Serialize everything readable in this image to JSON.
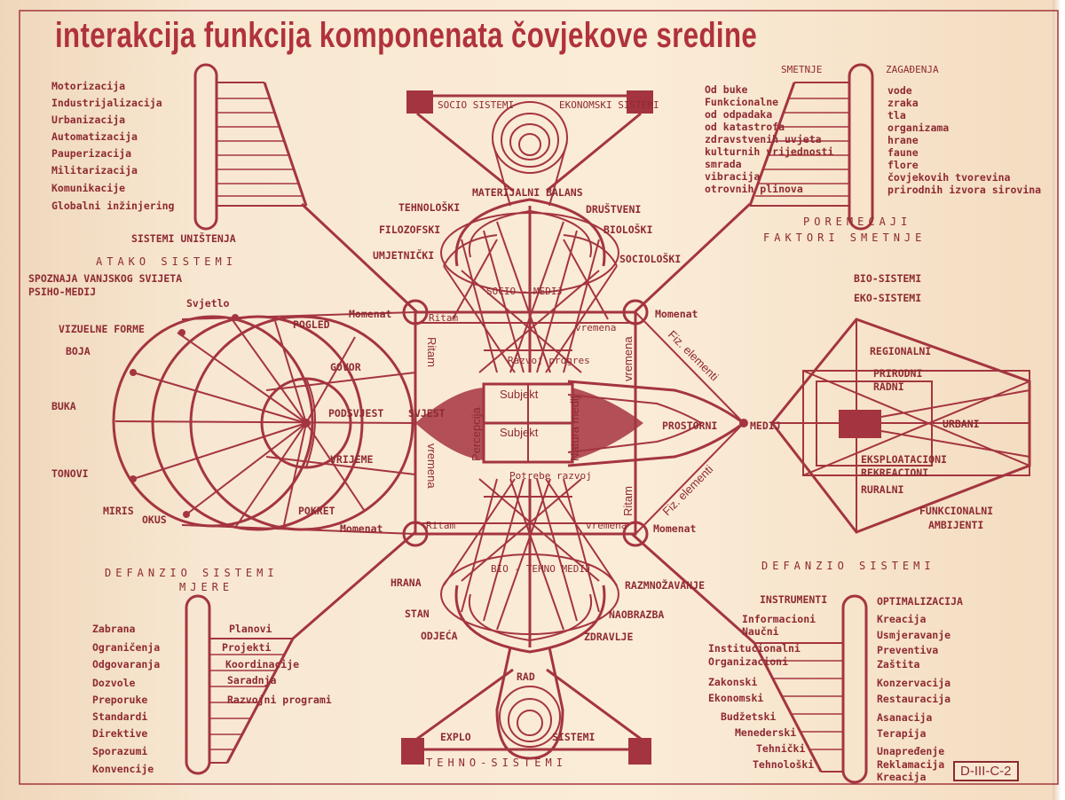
{
  "title": "interakcija funkcija komponenata čovjekove sredine",
  "code": "D-III-C-2",
  "colors": {
    "ink": "#a43540",
    "paper": "#f8e8d2"
  },
  "top_left": {
    "items": [
      "Motorizacija",
      "Industrijalizacija",
      "Urbanizacija",
      "Automatizacija",
      "Pauperizacija",
      "Militarizacija",
      "Komunikacije",
      "Globalni inžinjering"
    ],
    "sistemi": "SISTEMI UNIŠTENJA",
    "atako": "ATAKO SISTEMI"
  },
  "top_center": {
    "left": "SOCIO SISTEMI",
    "right": "EKONOMSKI SISTEMI"
  },
  "top_right": {
    "smetnje": "SMETNJE",
    "zagadenja": "ZAGAĐENJA",
    "left_items": [
      "Od buke",
      "Funkcionalne",
      "od odpadaka",
      "od katastrofa",
      "zdravstvenih uvjeta",
      "kulturnih vrijednosti",
      "smrada",
      "vibracija",
      "otrovnih plinova"
    ],
    "right_items": [
      "vode",
      "zraka",
      "tla",
      "organizama",
      "hrane",
      "faune",
      "flore",
      "čovjekovih tvorevina",
      "prirodnih izvora sirovina"
    ],
    "porem1": "POREMEĆAJI",
    "porem2": "FAKTORI SMETNJE"
  },
  "upper_labels": {
    "materijalni": "MATERIJALNI BALANS",
    "tehnoloski": "TEHNOLOŠKI",
    "drustveni": "DRUŠTVENI",
    "filozofski": "FILOZOFSKI",
    "bioloski": "BIOLOŠKI",
    "umjetnicki": "UMJETNIČKI",
    "socioloski": "SOCIOLOŠKI",
    "socio_medij": "SOCIO - MEDIJ"
  },
  "left_side": {
    "spoznaja1": "SPOZNAJA VANJSKOG SVIJETA",
    "spoznaja2": "PSIHO-MEDIJ",
    "svjetlo": "Svjetlo",
    "vizuelne": "VIZUELNE FORME",
    "boja": "BOJA",
    "buka": "BUKA",
    "tonovi": "TONOVI",
    "miris": "MIRIS",
    "okus": "OKUS",
    "pogled": "POGLED",
    "govor": "GOVOR",
    "podsvjest": "PODSVJEST",
    "svjest": "SVJEST",
    "vrijeme": "VRIJEME",
    "pokret": "POKRET"
  },
  "right_side": {
    "bio": "BIO-SISTEMI",
    "eko": "EKO-SISTEMI",
    "regionalni": "REGIONALNI",
    "prirodni": "PRIRODNI",
    "radni": "RADNI",
    "urbani": "URBANI",
    "eksploatacioni": "EKSPLOATACIONI",
    "rekreacioni": "REKREACIONI",
    "ruralni": "RURALNI",
    "funkcionalni1": "FUNKCIONALNI",
    "funkcionalni2": "AMBIJENTI",
    "prostorni": "PROSTORNI",
    "medij": "MEDIJ",
    "fiz1": "Fiz. elementi",
    "fiz2": "Fiz. elementi"
  },
  "center": {
    "momenat": "Momenat",
    "ritam": "Ritam",
    "vremena": "vremena",
    "subjekt1": "Subjekt",
    "subjekt2": "Subjekt",
    "percepcija": "Percepcija",
    "natura": "Natura medij",
    "razvoj": "Razvoj progres",
    "potrebe": "Potrebe razvoj"
  },
  "lower_labels": {
    "hrana": "HRANA",
    "stan": "STAN",
    "odjeca": "ODJEĆA",
    "razmnozavanje": "RAZMNOŽAVANJE",
    "naobrazba": "NAOBRAZBA",
    "zdravlje": "ZDRAVLJE",
    "bio_tehno": "BIO - TEHNO MEDIJ",
    "rad": "RAD"
  },
  "bottom_center": {
    "left": "EXPLO",
    "right": "SISTEMI",
    "tehno": "TEHNO-SISTEMI"
  },
  "bottom_left": {
    "defanzio": "DEFANZIO SISTEMI",
    "mjere": "MJERE",
    "left_items": [
      "Zabrana",
      "Ograničenja",
      "Odgovaranja",
      "Dozvole",
      "Preporuke",
      "Standardi",
      "Direktive",
      "Sporazumi",
      "Konvencije"
    ],
    "right_items": [
      "Planovi",
      "Projekti",
      "Koordinacije",
      "Saradnja",
      "Razvojni programi"
    ]
  },
  "bottom_right": {
    "defanzio": "DEFANZIO SISTEMI",
    "instrumenti": "INSTRUMENTI",
    "optimalizacija": "OPTIMALIZACIJA",
    "left_items": [
      "Informacioni",
      "Naučni",
      "Institucionalni",
      "Organizacioni",
      "Zakonski",
      "Ekonomski",
      "Budžetski",
      "Menederski",
      "Tehnički",
      "Tehnološki"
    ],
    "right_items": [
      "Kreacija",
      "Usmjeravanje",
      "Preventiva",
      "Zaštita",
      "Konzervacija",
      "Restauracija",
      "Asanacija",
      "Terapija",
      "Unapređenje",
      "Reklamacija",
      "Kreacija"
    ]
  }
}
